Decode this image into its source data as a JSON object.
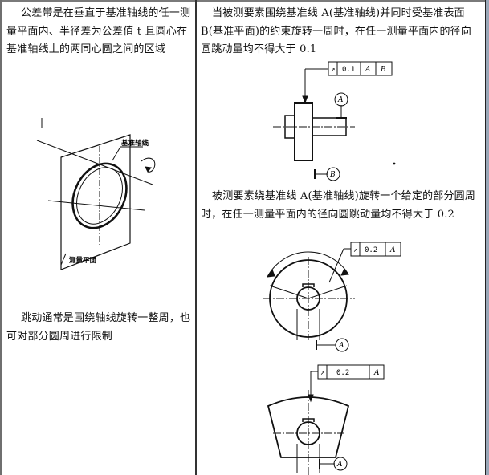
{
  "left": {
    "para1": "公差带是在垂直于基准轴线的任一测量平面内、半径差为公差值 t 且圆心在基准轴线上的两同心圆之间的区域",
    "label_axis": "基准轴线",
    "label_plane": "测量平面",
    "para2": "跳动通常是围绕轴线旋转一整周，也可对部分圆周进行限制"
  },
  "right": {
    "para1": "当被测要素围绕基准线 A(基准轴线)并同时受基准表面 B(基准平面)的约束旋转一周时，在任一测量平面内的径向圆跳动量均不得大于 0.1",
    "frame1": {
      "symbol": "↗",
      "value": "0.1",
      "datum1": "A",
      "datum2": "B"
    },
    "datum_a": "A",
    "datum_b": "B",
    "para2": "被测要素绕基准线 A(基准轴线)旋转一个给定的部分圆周时，在任一测量平面内的径向圆跳动量均不得大于 0.2",
    "frame2": {
      "symbol": "↗",
      "value": "0.2",
      "datum": "A"
    },
    "datum_a2": "A",
    "frame3": {
      "symbol": "↗",
      "value": "0.2",
      "datum": "A"
    },
    "datum_a3": "A"
  }
}
